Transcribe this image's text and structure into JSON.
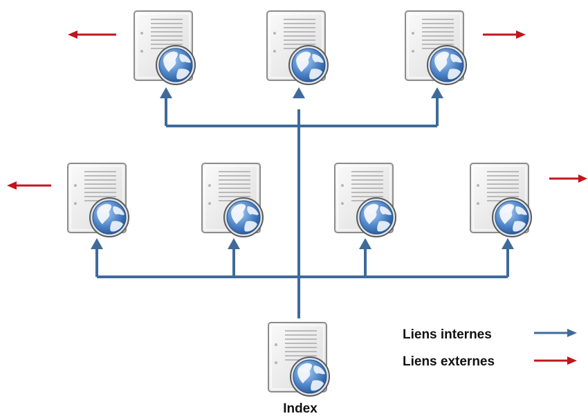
{
  "colors": {
    "internal_link": "#3f6a9a",
    "external_link": "#c0161c",
    "page_body": "#eeeeee",
    "page_border": "#8c8c8c",
    "globe_ocean": "#4f86c9",
    "globe_land": "#f3f6fb"
  },
  "icons": {
    "page": "web-page-globe-icon"
  },
  "index": {
    "label": "Index"
  },
  "legend": {
    "internal_label": "Liens internes",
    "external_label": "Liens externes"
  }
}
